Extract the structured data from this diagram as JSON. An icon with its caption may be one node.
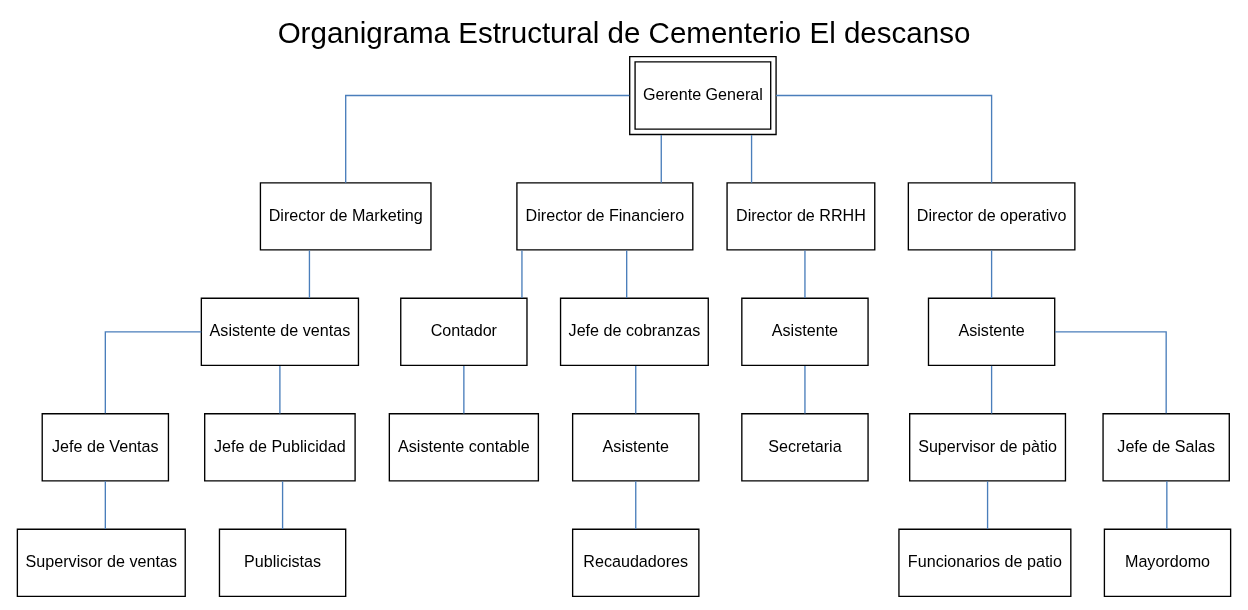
{
  "diagram": {
    "title": "Organigrama Estructural de Cementerio El descanso",
    "nodes": [
      {
        "text": [
          "Gerente General"
        ]
      },
      {
        "text": [
          "Director de Marketing"
        ]
      },
      {
        "text": [
          "Director de Financiero"
        ]
      },
      {
        "text": [
          "Director de RRHH"
        ]
      },
      {
        "text": [
          "Director de operativo"
        ]
      },
      {
        "text": [
          "Asistente de ventas"
        ]
      },
      {
        "text": [
          "Contador"
        ]
      },
      {
        "text": [
          "Jefe de cobranzas"
        ]
      },
      {
        "text": [
          "Asistente"
        ]
      },
      {
        "text": [
          "Asistente"
        ]
      },
      {
        "text": [
          "Jefe de Ventas"
        ]
      },
      {
        "text": [
          "Jefe de Publicidad"
        ]
      },
      {
        "text": [
          "Asistente contable"
        ]
      },
      {
        "text": [
          "Asistente"
        ]
      },
      {
        "text": [
          "Secretaria"
        ]
      },
      {
        "text": [
          "Supervisor de pàtio"
        ]
      },
      {
        "text": [
          "Jefe de Salas"
        ]
      },
      {
        "text": [
          "Supervisor de ventas"
        ]
      },
      {
        "text": [
          "Publicistas"
        ]
      },
      {
        "text": [
          "Recaudadores"
        ]
      },
      {
        "text": [
          "Funcionarios de patio"
        ]
      },
      {
        "text": [
          "Mayordomo"
        ]
      }
    ],
    "edges": [
      {
        "from": 0,
        "to": 1,
        "arrow": "none"
      },
      {
        "from": 0,
        "to": 2,
        "arrow": "none"
      },
      {
        "from": 0,
        "to": 3,
        "arrow": "none"
      },
      {
        "from": 0,
        "to": 4,
        "arrow": "none"
      },
      {
        "from": 1,
        "to": 5,
        "arrow": "none"
      },
      {
        "from": 2,
        "to": 6,
        "arrow": "none"
      },
      {
        "from": 2,
        "to": 7,
        "arrow": "none"
      },
      {
        "from": 3,
        "to": 8,
        "arrow": "none"
      },
      {
        "from": 4,
        "to": 9,
        "arrow": "none"
      },
      {
        "from": 5,
        "to": 10,
        "arrow": "none"
      },
      {
        "from": 5,
        "to": 11,
        "arrow": "none"
      },
      {
        "from": 6,
        "to": 12,
        "arrow": "none"
      },
      {
        "from": 7,
        "to": 13,
        "arrow": "none"
      },
      {
        "from": 8,
        "to": 14,
        "arrow": "none"
      },
      {
        "from": 9,
        "to": 15,
        "arrow": "none"
      },
      {
        "from": 9,
        "to": 16,
        "arrow": "none"
      },
      {
        "from": 10,
        "to": 17,
        "arrow": "none"
      },
      {
        "from": 11,
        "to": 18,
        "arrow": "none"
      },
      {
        "from": 13,
        "to": 19,
        "arrow": "none"
      },
      {
        "from": 15,
        "to": 20,
        "arrow": "none"
      },
      {
        "from": 16,
        "to": 21,
        "arrow": "none"
      }
    ]
  }
}
